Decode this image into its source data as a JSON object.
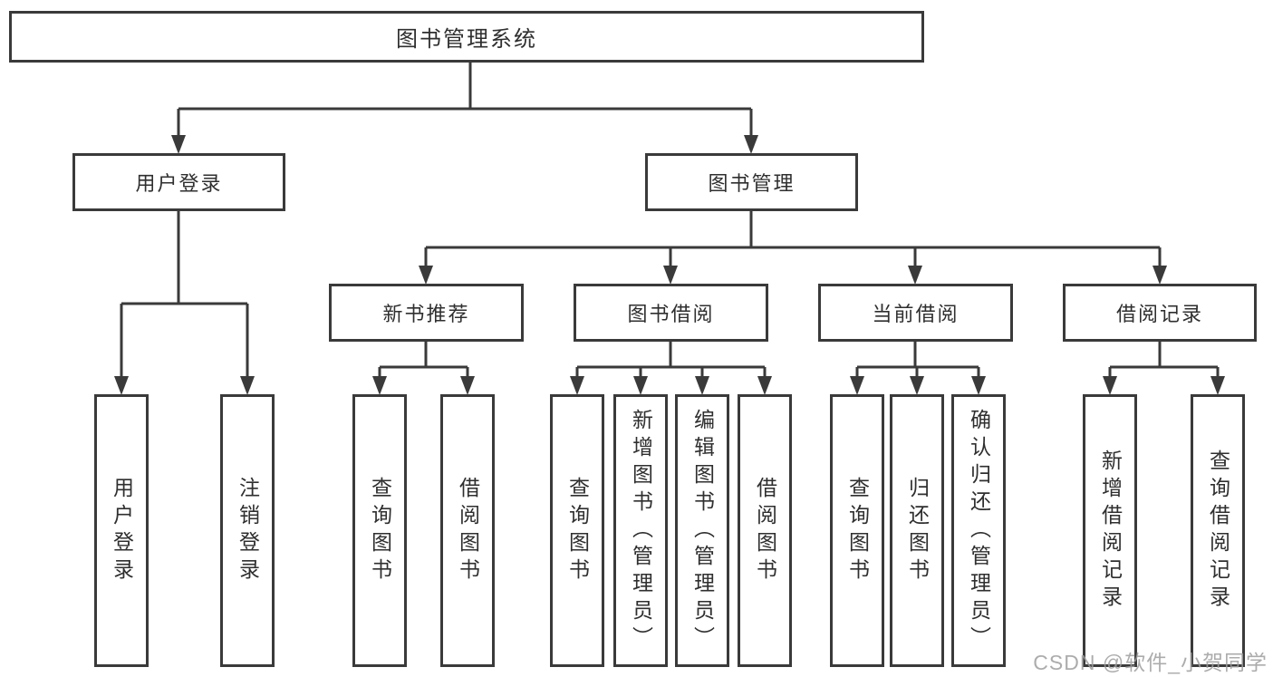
{
  "diagram": {
    "root": {
      "label": "图书管理系统"
    },
    "level2": [
      {
        "label": "用户登录"
      },
      {
        "label": "图书管理"
      }
    ],
    "level3": [
      {
        "label": "新书推荐"
      },
      {
        "label": "图书借阅"
      },
      {
        "label": "当前借阅"
      },
      {
        "label": "借阅记录"
      }
    ],
    "leaves": [
      {
        "label": "用户登录"
      },
      {
        "label": "注销登录"
      },
      {
        "label": "查询图书"
      },
      {
        "label": "借阅图书"
      },
      {
        "label": "查询图书"
      },
      {
        "label": "新增图书（管理员）"
      },
      {
        "label": "编辑图书（管理员）"
      },
      {
        "label": "借阅图书"
      },
      {
        "label": "查询图书"
      },
      {
        "label": "归还图书"
      },
      {
        "label": "确认归还（管理员）"
      },
      {
        "label": "新增借阅记录"
      },
      {
        "label": "查询借阅记录"
      }
    ],
    "colors": {
      "line": "#3a3a3a",
      "text": "#2f2f2f",
      "watermark": "#9e9e9e",
      "background": "#ffffff"
    }
  },
  "watermark": {
    "text": "CSDN @软件_小贺同学"
  }
}
